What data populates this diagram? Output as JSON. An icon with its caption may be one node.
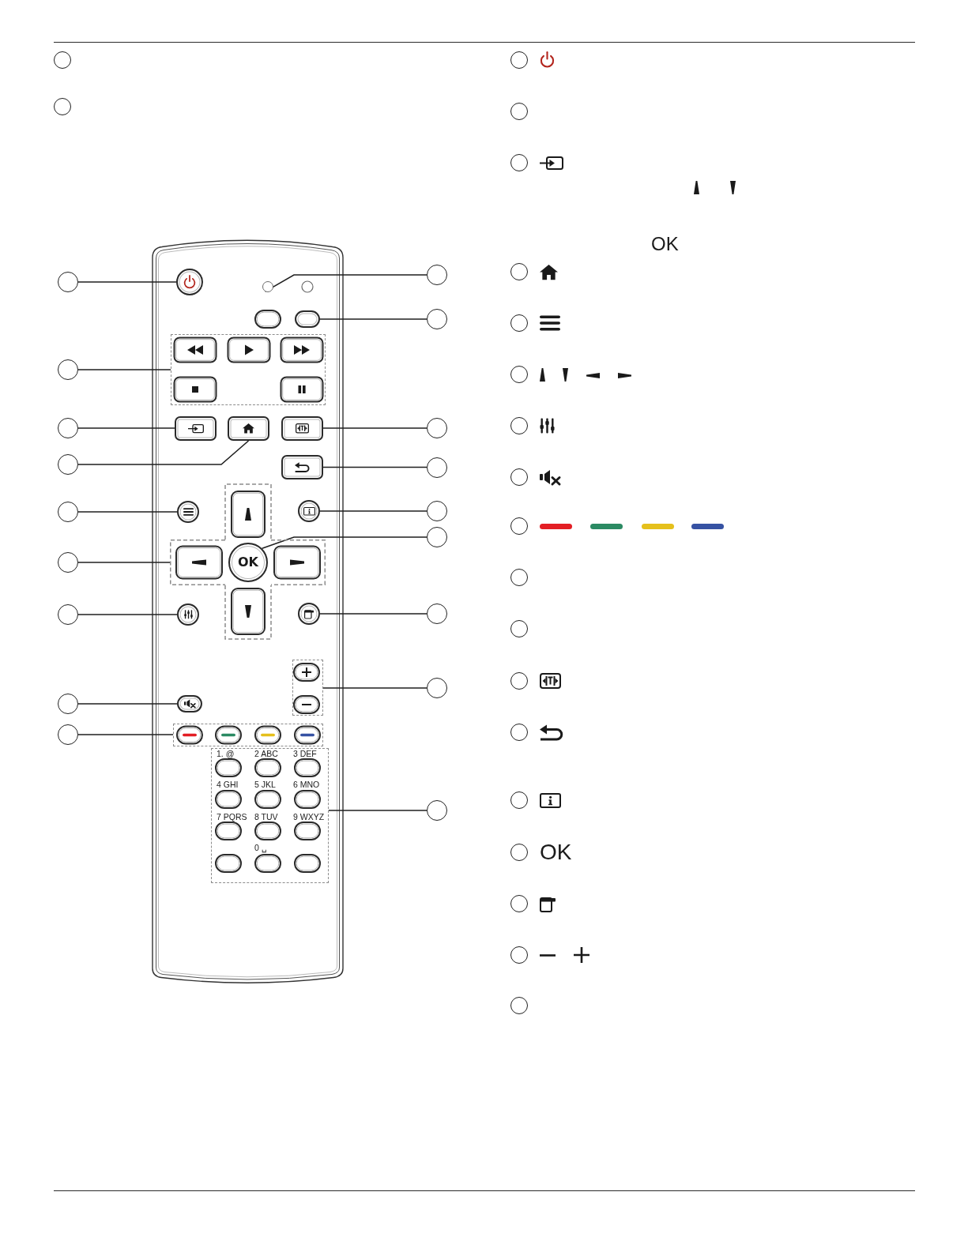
{
  "diagram": {
    "nodes": [
      {
        "text": [],
        "shape": "circle"
      },
      {
        "text": [],
        "shape": "circle"
      },
      {
        "text": [],
        "shape": "circle"
      },
      {
        "text": [],
        "shape": "circle"
      },
      {
        "text": [],
        "shape": "circle"
      },
      {
        "text": [],
        "shape": "circle"
      },
      {
        "text": [],
        "shape": "box"
      },
      {
        "text": [],
        "shape": "circle"
      },
      {
        "text": [],
        "shape": "circle"
      },
      {
        "text": [],
        "shape": "box"
      },
      {
        "text": [],
        "shape": "circle"
      },
      {
        "text": [],
        "shape": "box"
      },
      {
        "text": [],
        "shape": "box"
      },
      {
        "text": [],
        "shape": "box"
      },
      {
        "text": [],
        "shape": "circle"
      },
      {
        "text": [],
        "shape": "circle"
      },
      {
        "text": [],
        "shape": "box"
      },
      {
        "text": [],
        "shape": "circle"
      },
      {
        "text": [],
        "shape": "circle"
      },
      {
        "text": [],
        "shape": "circle"
      },
      {
        "text": [],
        "shape": "cross"
      },
      {
        "text": [],
        "shape": "circle"
      },
      {
        "text": [],
        "shape": "circle"
      },
      {
        "text": [],
        "shape": "circle"
      },
      {
        "text": [],
        "shape": "circle"
      },
      {
        "text": [
          "OK"
        ],
        "in": 20
      },
      {
        "text": [],
        "shape": "circle"
      },
      {
        "text": [],
        "shape": "circle"
      },
      {
        "text": [],
        "shape": "circle"
      },
      {
        "text": [],
        "shape": "circle"
      },
      {
        "text": [],
        "shape": "box"
      },
      {
        "text": [],
        "shape": "circle"
      },
      {
        "text": [],
        "shape": "circle"
      },
      {
        "text": [],
        "shape": "box"
      },
      {
        "text": [],
        "shape": "circle"
      },
      {
        "text": [],
        "shape": "box"
      },
      {
        "text": [],
        "shape": "box"
      },
      {
        "text": [],
        "shape": "circle"
      },
      {
        "text": [],
        "shape": "circle"
      },
      {
        "text": [],
        "shape": "circle"
      },
      {
        "text": [],
        "shape": "circle"
      },
      {
        "text": [],
        "shape": "circle"
      },
      {
        "text": [],
        "shape": "circle"
      },
      {
        "text": [],
        "shape": "circle"
      },
      {
        "text": [],
        "shape": "circle"
      },
      {
        "text": [],
        "shape": "circle"
      },
      {
        "text": [],
        "shape": "circle"
      },
      {
        "text": [],
        "shape": "circle"
      },
      {
        "text": [],
        "shape": "circle"
      },
      {
        "text": [],
        "shape": "circle"
      },
      {
        "text": [],
        "shape": "circle"
      },
      {
        "text": [],
        "shape": "circle"
      },
      {
        "text": [],
        "shape": "circle",
        "beside": [
          "OK"
        ]
      },
      {
        "text": [],
        "shape": "circle"
      },
      {
        "text": [],
        "shape": "circle"
      },
      {
        "text": [],
        "shape": "circle"
      }
    ],
    "edges": [
      {
        "from": 2,
        "to": 3,
        "arrow": "none"
      },
      {
        "from": 5,
        "to": 4,
        "arrow": "none"
      },
      {
        "from": 7,
        "to": 6,
        "arrow": "none"
      },
      {
        "from": 8,
        "to": 9,
        "arrow": "none"
      },
      {
        "from": 10,
        "to": 11,
        "arrow": "none"
      },
      {
        "from": 15,
        "to": 12,
        "arrow": "none"
      },
      {
        "from": 14,
        "to": 13,
        "arrow": "none"
      },
      {
        "from": 17,
        "to": 16,
        "arrow": "none"
      },
      {
        "from": 18,
        "to": 19,
        "arrow": "none"
      },
      {
        "from": 22,
        "to": 21,
        "arrow": "none"
      },
      {
        "from": 23,
        "to": 25,
        "arrow": "none"
      },
      {
        "from": 24,
        "to": 20,
        "arrow": "none"
      },
      {
        "from": 26,
        "to": 27,
        "arrow": "none"
      },
      {
        "from": 29,
        "to": 28,
        "arrow": "none"
      },
      {
        "from": 31,
        "to": 30,
        "arrow": "none"
      },
      {
        "from": 32,
        "to": 33,
        "arrow": "none"
      },
      {
        "from": 34,
        "to": 35,
        "arrow": "none"
      },
      {
        "from": 37,
        "to": 36,
        "arrow": "none"
      }
    ],
    "labels": [
      "1. @",
      "2 ABC",
      "3 DEF",
      "4 GHI",
      "5 JKL",
      "6 MNO",
      "7 PQRS",
      "8 TUV",
      "9 WXYZ",
      "0 ␣",
      "OK"
    ]
  }
}
